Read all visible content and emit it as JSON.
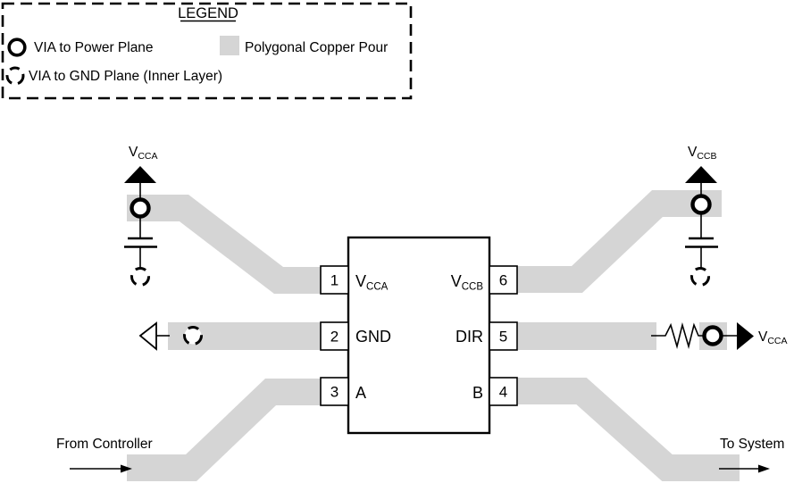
{
  "legend": {
    "title": "LEGEND",
    "power_via_label": "VIA to Power Plane",
    "copper_pour_label": "Polygonal Copper Pour",
    "gnd_via_label": "VIA to GND Plane (Inner Layer)"
  },
  "chip": {
    "pins": {
      "p1": {
        "num": "1",
        "main": "V",
        "sub": "CCA"
      },
      "p2": {
        "num": "2",
        "label": "GND"
      },
      "p3": {
        "num": "3",
        "label": "A"
      },
      "p4": {
        "num": "4",
        "label": "B"
      },
      "p5": {
        "num": "5",
        "label": "DIR"
      },
      "p6": {
        "num": "6",
        "main": "V",
        "sub": "CCB"
      }
    }
  },
  "supplies": {
    "left": {
      "main": "V",
      "sub": "CCA"
    },
    "right": {
      "main": "V",
      "sub": "CCB"
    },
    "dir_pullup": {
      "main": "V",
      "sub": "CCA"
    }
  },
  "io": {
    "from_label": "From Controller",
    "to_label": "To System"
  },
  "colors": {
    "copper_pour": "#d5d5d5",
    "stroke": "#000000",
    "background": "#ffffff"
  }
}
